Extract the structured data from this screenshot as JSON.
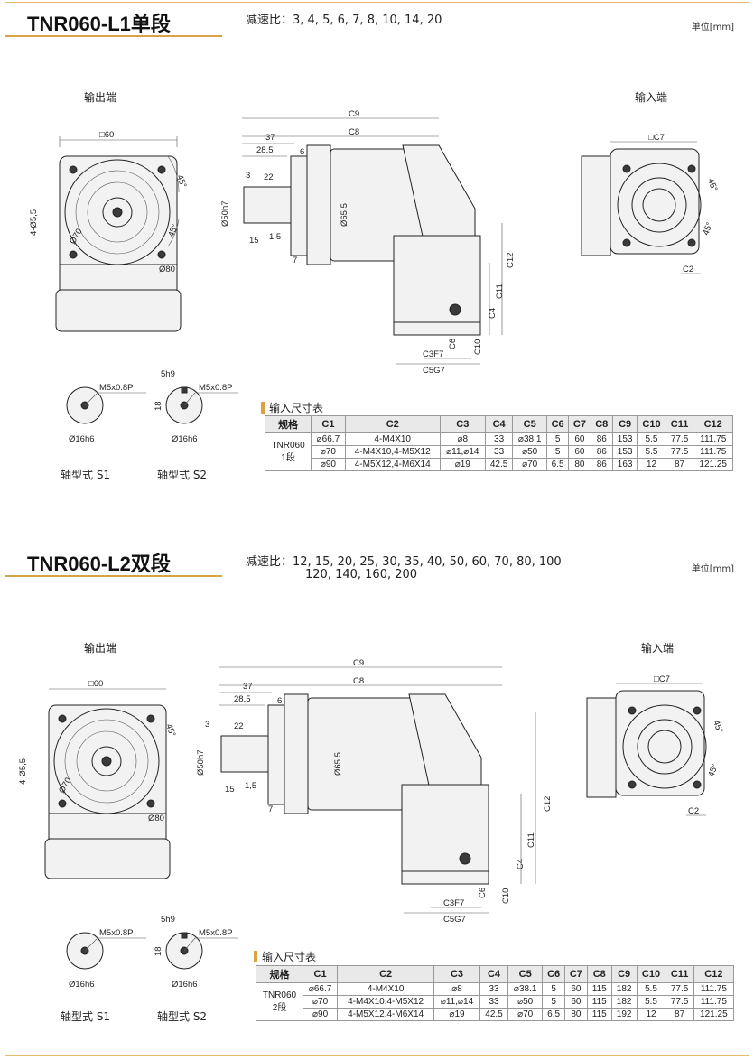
{
  "panels": [
    {
      "title": "TNR060-L1单段",
      "ratio_label": "减速比：",
      "ratio_line1": "3, 4, 5, 6, 7, 8, 10, 14, 20",
      "ratio_line2": "",
      "unit": "单位[mm]",
      "output_end": "输出端",
      "input_end": "输入端",
      "shaft_s1": "轴型式 S1",
      "shaft_s2": "轴型式 S2",
      "table_title": "输入尺寸表",
      "dims": {
        "sq60": "□60",
        "sq_c7": "□C7",
        "bolt": "4-Ø5,5",
        "d70": "Ø70",
        "d80": "Ø80",
        "a45": "45°",
        "c9": "C9",
        "c8": "C8",
        "d37": "37",
        "d285": "28,5",
        "d6": "6",
        "d3": "3",
        "d22": "22",
        "d15": "15",
        "d15b": "1,5",
        "d7": "7",
        "d50": "Ø50h7",
        "d655": "Ø65,5",
        "c12": "C12",
        "c11": "C11",
        "c4": "C4",
        "c6": "C6",
        "c10": "C10",
        "c3": "C3F7",
        "c5": "C5G7",
        "c2": "C2",
        "m5": "M5x0.8P",
        "d16": "Ø16h6",
        "d5h9": "5h9",
        "d18": "18"
      },
      "headers": [
        "规格",
        "C1",
        "C2",
        "C3",
        "C4",
        "C5",
        "C6",
        "C7",
        "C8",
        "C9",
        "C10",
        "C11",
        "C12"
      ],
      "model_line1": "TNR060",
      "model_line2": "1段",
      "rows": [
        [
          "⌀66.7",
          "4-M4X10",
          "⌀8",
          "33",
          "⌀38.1",
          "5",
          "60",
          "86",
          "153",
          "5.5",
          "77.5",
          "111.75"
        ],
        [
          "⌀70",
          "4-M4X10,4-M5X12",
          "⌀11,⌀14",
          "33",
          "⌀50",
          "5",
          "60",
          "86",
          "153",
          "5.5",
          "77.5",
          "111.75"
        ],
        [
          "⌀90",
          "4-M5X12,4-M6X14",
          "⌀19",
          "42.5",
          "⌀70",
          "6.5",
          "80",
          "86",
          "163",
          "12",
          "87",
          "121.25"
        ]
      ]
    },
    {
      "title": "TNR060-L2双段",
      "ratio_label": "减速比：",
      "ratio_line1": "12, 15, 20, 25, 30, 35, 40, 50, 60, 70, 80, 100",
      "ratio_line2": "120, 140, 160, 200",
      "unit": "单位[mm]",
      "output_end": "输出端",
      "input_end": "输入端",
      "shaft_s1": "轴型式 S1",
      "shaft_s2": "轴型式 S2",
      "table_title": "输入尺寸表",
      "dims": {
        "sq60": "□60",
        "sq_c7": "□C7",
        "bolt": "4-Ø5,5",
        "d70": "Ø70",
        "d80": "Ø80",
        "a45": "45°",
        "c9": "C9",
        "c8": "C8",
        "d37": "37",
        "d285": "28,5",
        "d6": "6",
        "d3": "3",
        "d22": "22",
        "d15": "15",
        "d15b": "1,5",
        "d7": "7",
        "d50": "Ø50h7",
        "d655": "Ø65,5",
        "c12": "C12",
        "c11": "C11",
        "c4": "C4",
        "c6": "C6",
        "c10": "C10",
        "c3": "C3F7",
        "c5": "C5G7",
        "c2": "C2",
        "m5": "M5x0.8P",
        "d16": "Ø16h6",
        "d5h9": "5h9",
        "d18": "18"
      },
      "headers": [
        "规格",
        "C1",
        "C2",
        "C3",
        "C4",
        "C5",
        "C6",
        "C7",
        "C8",
        "C9",
        "C10",
        "C11",
        "C12"
      ],
      "model_line1": "TNR060",
      "model_line2": "2段",
      "rows": [
        [
          "⌀66.7",
          "4-M4X10",
          "⌀8",
          "33",
          "⌀38.1",
          "5",
          "60",
          "115",
          "182",
          "5.5",
          "77.5",
          "111.75"
        ],
        [
          "⌀70",
          "4-M4X10,4-M5X12",
          "⌀11,⌀14",
          "33",
          "⌀50",
          "5",
          "60",
          "115",
          "182",
          "5.5",
          "77.5",
          "111.75"
        ],
        [
          "⌀90",
          "4-M5X12,4-M6X14",
          "⌀19",
          "42.5",
          "⌀70",
          "6.5",
          "80",
          "115",
          "192",
          "12",
          "87",
          "121.25"
        ]
      ]
    }
  ]
}
